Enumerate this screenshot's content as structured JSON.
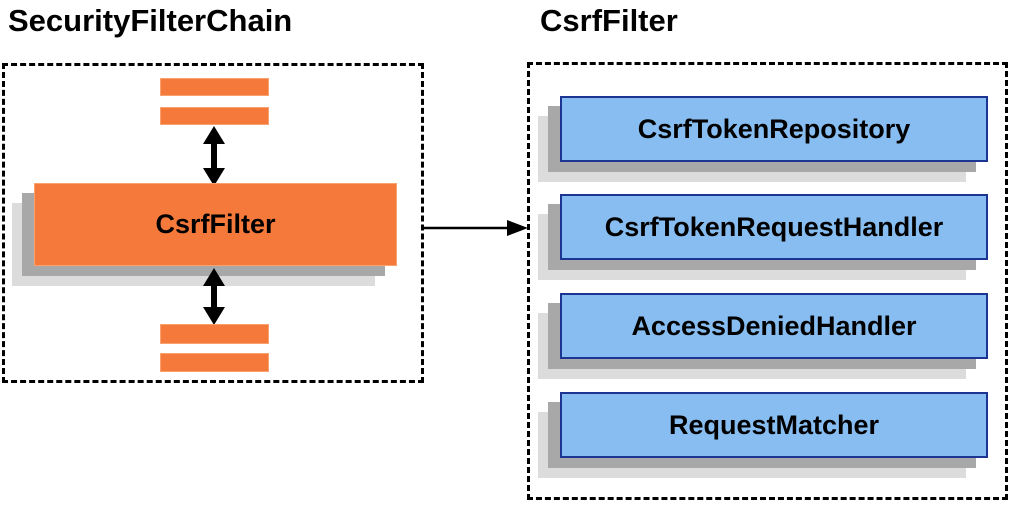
{
  "left_panel": {
    "title": "SecurityFilterChain",
    "filter_label": "CsrfFilter"
  },
  "right_panel": {
    "title": "CsrfFilter",
    "components": [
      "CsrfTokenRepository",
      "CsrfTokenRequestHandler",
      "AccessDeniedHandler",
      "RequestMatcher"
    ]
  },
  "icons": {
    "vertical_double_arrow": "↕",
    "flow_arrow": "→"
  },
  "colors": {
    "filter_orange": "#F5793B",
    "component_blue_fill": "#87BDF0",
    "component_blue_border": "#1C3593",
    "shadow_dark": "#A8A8A8",
    "shadow_light": "#DCDCDC",
    "outline_black": "#000000"
  }
}
